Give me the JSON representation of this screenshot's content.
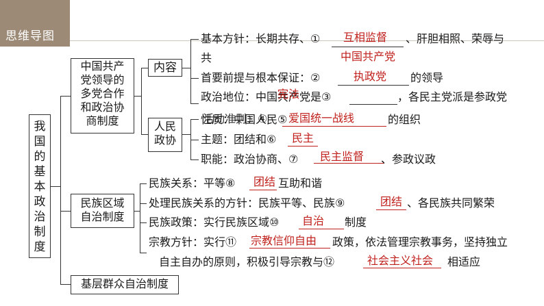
{
  "header": {
    "title": "思维导图"
  },
  "root": {
    "chars": [
      "我",
      "国",
      "的",
      "基",
      "本",
      "政",
      "治",
      "制",
      "度"
    ]
  },
  "branches": {
    "b1": {
      "lines": [
        "中国共产",
        "党领导的",
        "多党合作",
        "和政治协",
        "商制度"
      ]
    },
    "b2": {
      "lines": [
        "民族区域",
        "自治制度"
      ]
    },
    "b3": {
      "label": "基层群众自治制度"
    }
  },
  "subs": {
    "content": "内容",
    "cppcc": {
      "lines": [
        "人民",
        "政协"
      ]
    }
  },
  "items": {
    "a1": "基本方针：长期共存、①",
    "a1_tail": "、肝胆相照、荣辱与",
    "a1_wrap": "共",
    "a2": "首要前提与根本保证：②",
    "a2_tail": "的领导",
    "a3": "政治地位：中国共产党是③",
    "a3_tail": "，各民主党派是参政党",
    "a3_wrap": "活动准则：④",
    "c1": "性质：中国人民⑤",
    "c1_tail": "的组织",
    "c2": "主题：团结和⑥",
    "c3": "职能：政治协商、⑦",
    "c3_tail": "、参政议政",
    "e1": "民族关系：平等⑧",
    "e1_tail": "互助和谐",
    "e2": "处理民族关系的方针：民族平等、民族⑨",
    "e2_tail": "、各民族共同繁荣",
    "e3": "民族政策：实行民族区域⑩",
    "e3_tail": "制度",
    "e4": "宗教方针：实行⑪",
    "e4_tail": "政策，依法管理宗教事务，坚持独立",
    "e4_wrap": "自主自办的原则，积极引导宗教与⑫",
    "e4_tail2": "相适应"
  },
  "answers": {
    "n1": "互相监督",
    "n1b": "中国共产党",
    "n2": "执政党",
    "n3": "宪法",
    "n5": "爱国统一战线",
    "n6": "民主",
    "n7": "民主监督",
    "n8": "团结",
    "n9": "团结",
    "n10": "自治",
    "n11": "宗教信仰自由",
    "n12": "社会主义社会"
  },
  "colors": {
    "accent": "#9c8a76",
    "answer": "#c0201c"
  }
}
